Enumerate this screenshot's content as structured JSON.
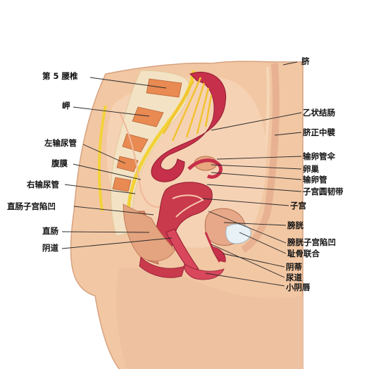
{
  "labels": {
    "l5": "第 5 腰椎",
    "sacrum": "岬",
    "left_ureter": "左输尿管",
    "peritoneum": "腹膜",
    "right_ureter": "右输尿管",
    "rectouterine_pouch": "直肠子宫陷凹",
    "rectum": "直肠",
    "vagina": "阴道",
    "umbilicus": "脐",
    "sigmoid": "乙状结肠",
    "median_umbilical": "脐正中襞",
    "fimbria": "输卵管伞",
    "ovary": "卵巢",
    "oviduct": "输卵管",
    "round_ligament": "子宫圆韧带",
    "uterus": "子宫",
    "bladder": "膀胱",
    "vesicouterine_pouch": "膀胱子宫陷凹",
    "pubic_symphysis": "耻骨联合",
    "clitoris": "阴蒂",
    "urethra": "尿道",
    "labia_minora": "小阴唇"
  }
}
